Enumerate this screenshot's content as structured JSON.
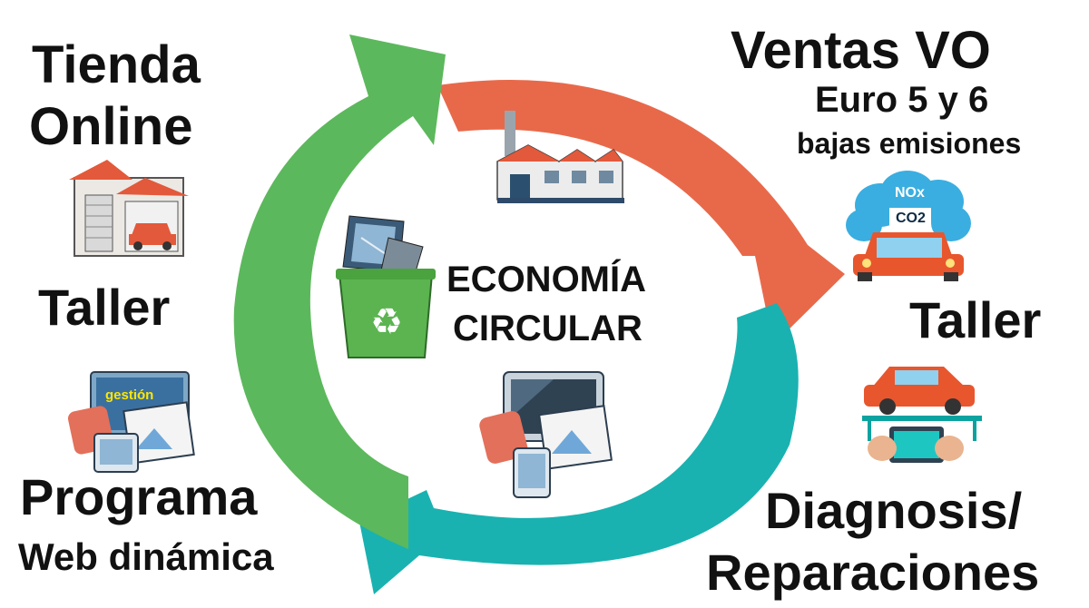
{
  "center": {
    "line1": "ECONOMÍA",
    "line2": "CIRCULAR"
  },
  "left": {
    "tienda_line1": "Tienda",
    "tienda_line2": "Online",
    "taller": "Taller",
    "programa": "Programa",
    "web": "Web dinámica",
    "screen_label": "gestión"
  },
  "right": {
    "ventas": "Ventas VO",
    "euro": "Euro 5 y 6",
    "bajas": "bajas emisiones",
    "taller": "Taller",
    "diagnosis": "Diagnosis/",
    "reparaciones": "Reparaciones"
  },
  "badges": {
    "nox": "NOx",
    "co2": "CO2"
  },
  "colors": {
    "arrow_orange": "#e8694a",
    "arrow_teal": "#19b2b0",
    "arrow_green": "#5cb85c",
    "text": "#111111"
  },
  "icons": [
    "garage-icon",
    "factory-icon",
    "recycle-bin-icon",
    "devices-icon",
    "car-emissions-icon",
    "car-diagnostics-icon"
  ]
}
